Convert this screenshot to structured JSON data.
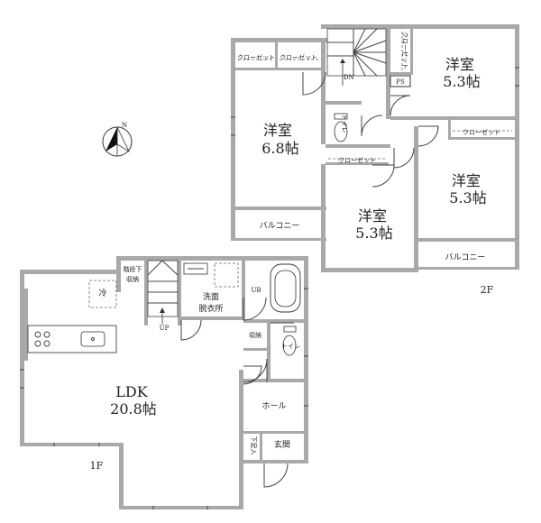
{
  "floor1": {
    "label": "1F",
    "rooms": {
      "ldk_name": "LDK",
      "ldk_size": "20.8帖",
      "refrigerator": "冷",
      "understair_storage_line1": "階段下",
      "understair_storage_line2": "収納",
      "washroom_line1": "洗面",
      "washroom_line2": "脱衣所",
      "bath": "UB",
      "storage": "収納",
      "toilet": "トイレ",
      "hall": "ホール",
      "entrance": "玄関",
      "shoe_box": "下足入",
      "stair_up": "UP"
    }
  },
  "floor2": {
    "label": "2F",
    "rooms": {
      "room_68_name": "洋室",
      "room_68_size": "6.8帖",
      "room_ne_name": "洋室",
      "room_ne_size": "5.3帖",
      "room_e_name": "洋室",
      "room_e_size": "5.3帖",
      "room_s_name": "洋室",
      "room_s_size": "5.3帖",
      "closet": "クローゼット",
      "balcony": "バルコニー",
      "toilet": "トイレ",
      "ps": "PS",
      "stair_down": "DN"
    }
  },
  "compass": {
    "label": "N"
  }
}
